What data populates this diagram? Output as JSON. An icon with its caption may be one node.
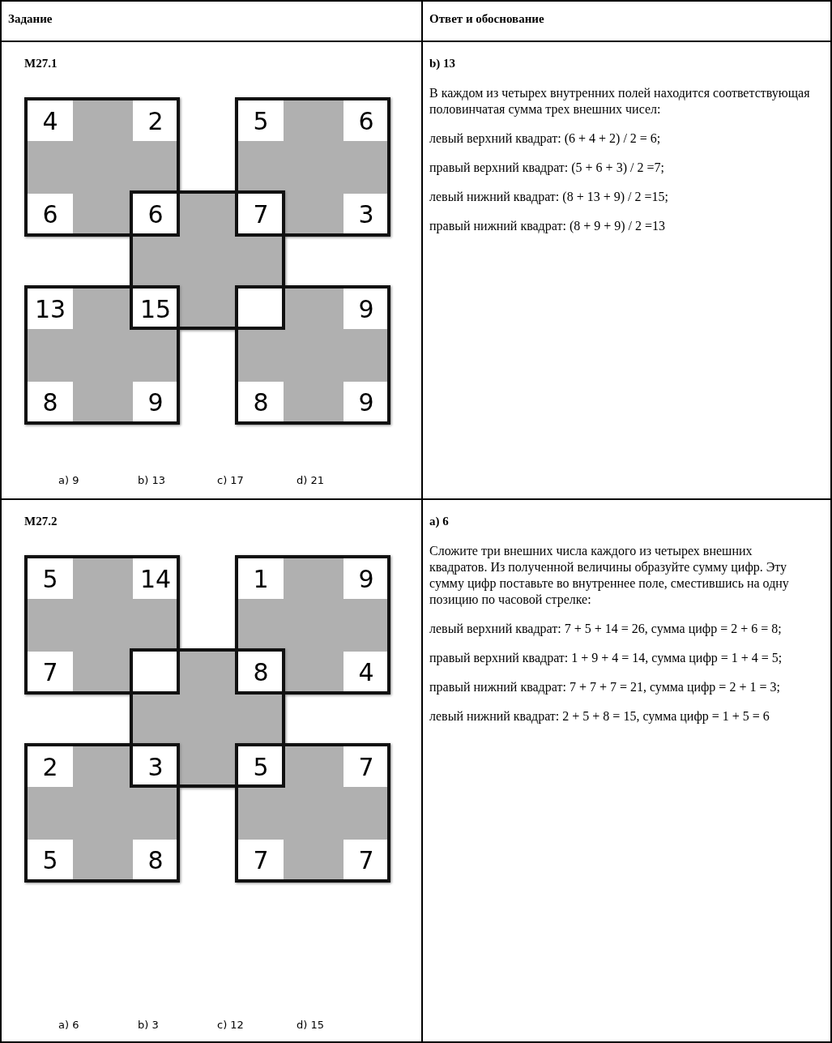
{
  "diagram": {
    "labels": [
      "Задание",
      "Ответ и обоснование",
      "M27.1",
      "4",
      "2",
      "5",
      "6",
      "6",
      "6",
      "7",
      "3",
      "13",
      "15",
      "9",
      "8",
      "9",
      "8",
      "9",
      "a) 9",
      "b) 13",
      "c) 17",
      "d) 21",
      "b) 13",
      "В каждом из четырех внутренних полей находится соответствующая половинчатая сумма трех внешних чисел:",
      "левый верхний квадрат: (6 + 4 + 2) / 2 = 6;",
      "правый верхний квадрат: (5 + 6 + 3) / 2 =7;",
      "левый нижний квадрат: (8 + 13 + 9) / 2 =15;",
      "правый нижний квадрат: (8 + 9 + 9) / 2 =13",
      "M27.2",
      "5",
      "14",
      "1",
      "9",
      "7",
      "8",
      "4",
      "2",
      "3",
      "5",
      "7",
      "5",
      "8",
      "7",
      "7",
      "a) 6",
      "b) 3",
      "c) 12",
      "d) 15",
      "a) 6",
      "Сложите три внешних числа каждого из четырех внешних квадратов. Из полученной величины образуйте сумму цифр. Эту сумму цифр поставьте во внутреннее поле, сместившись на одну позицию по часовой стрелке:",
      "левый верхний квадрат: 7 + 5 + 14 = 26, сумма цифр = 2 + 6 = 8;",
      "правый верхний квадрат: 1 + 9 + 4 = 14, сумма цифр = 1 + 4 = 5;",
      "правый нижний квадрат: 7 + 7 + 7 = 21, сумма цифр = 2 + 1 = 3;",
      "левый нижний квадрат: 2 + 5 + 8 = 15, сумма цифр = 1 + 5 = 6"
    ]
  }
}
